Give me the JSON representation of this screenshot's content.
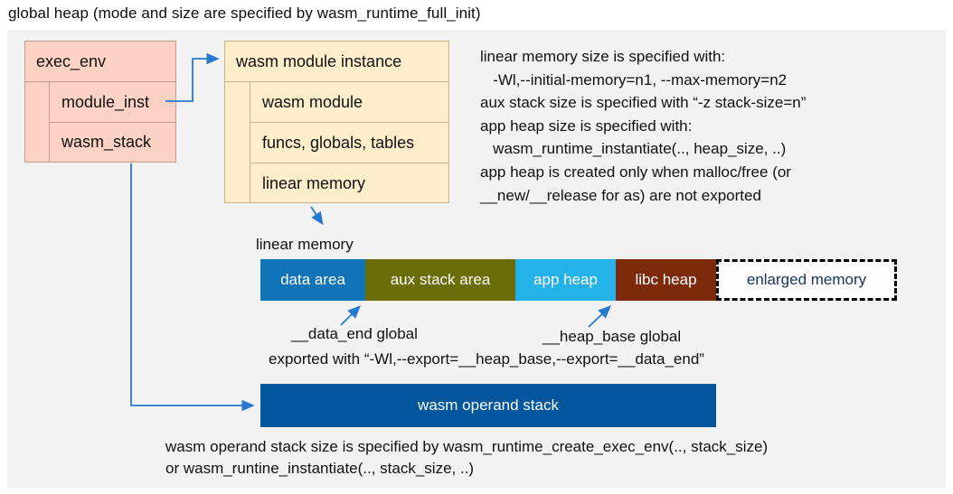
{
  "title": "global heap (mode and size are specified by wasm_runtime_full_init)",
  "exec_env": {
    "header": "exec_env",
    "rows": [
      {
        "label": "module_inst"
      },
      {
        "label": "wasm_stack"
      }
    ]
  },
  "module_instance": {
    "header": "wasm module instance",
    "rows": [
      {
        "label": "wasm module"
      },
      {
        "label": "funcs, globals, tables"
      },
      {
        "label": "linear memory"
      }
    ]
  },
  "notes": {
    "lines": [
      "linear memory size is specified with:",
      "   -Wl,--initial-memory=n1, --max-memory=n2",
      "aux stack size is specified with “-z stack-size=n”",
      "app heap size is specified with:",
      "   wasm_runtime_instantiate(.., heap_size, ..)",
      "app heap is created only when malloc/free (or",
      "__new/__release for as) are not exported"
    ]
  },
  "linear_memory": {
    "label": "linear memory",
    "segments": [
      {
        "label": "data area",
        "color": "#1173b8",
        "text_color": "#ffffff"
      },
      {
        "label": "aux stack area",
        "color": "#6b6e08",
        "text_color": "#ffffff"
      },
      {
        "label": "app heap",
        "color": "#22b2e8",
        "text_color": "#ffffff"
      },
      {
        "label": "libc heap",
        "color": "#7c290c",
        "text_color": "#ffffff"
      },
      {
        "label": "enlarged memory",
        "color": "#fdfdfd",
        "text_color": "#17365d",
        "border": "dashed"
      }
    ],
    "annotations": {
      "data_end_label": "__data_end global",
      "heap_base_label": "__heap_base global",
      "exported_line": "exported with “-Wl,--export=__heap_base,--export=__data_end”"
    }
  },
  "operand_stack": {
    "label": "wasm operand stack",
    "color": "#02579c",
    "notes": [
      "wasm operand stack size is specified by wasm_runtime_create_exec_env(.., stack_size)",
      "or wasm_runtine_instantiate(.., stack_size, ..)"
    ]
  },
  "colors": {
    "canvas_bg": "#ffffff",
    "panel_bg": "#f2f2f2",
    "struct_box_fill": "#fbd2c3",
    "struct_box_border": "#c79a8e",
    "instance_box_fill": "#fdeecb",
    "instance_box_border": "#c6b48c",
    "connector": "#2779cf",
    "text": "#111111"
  }
}
